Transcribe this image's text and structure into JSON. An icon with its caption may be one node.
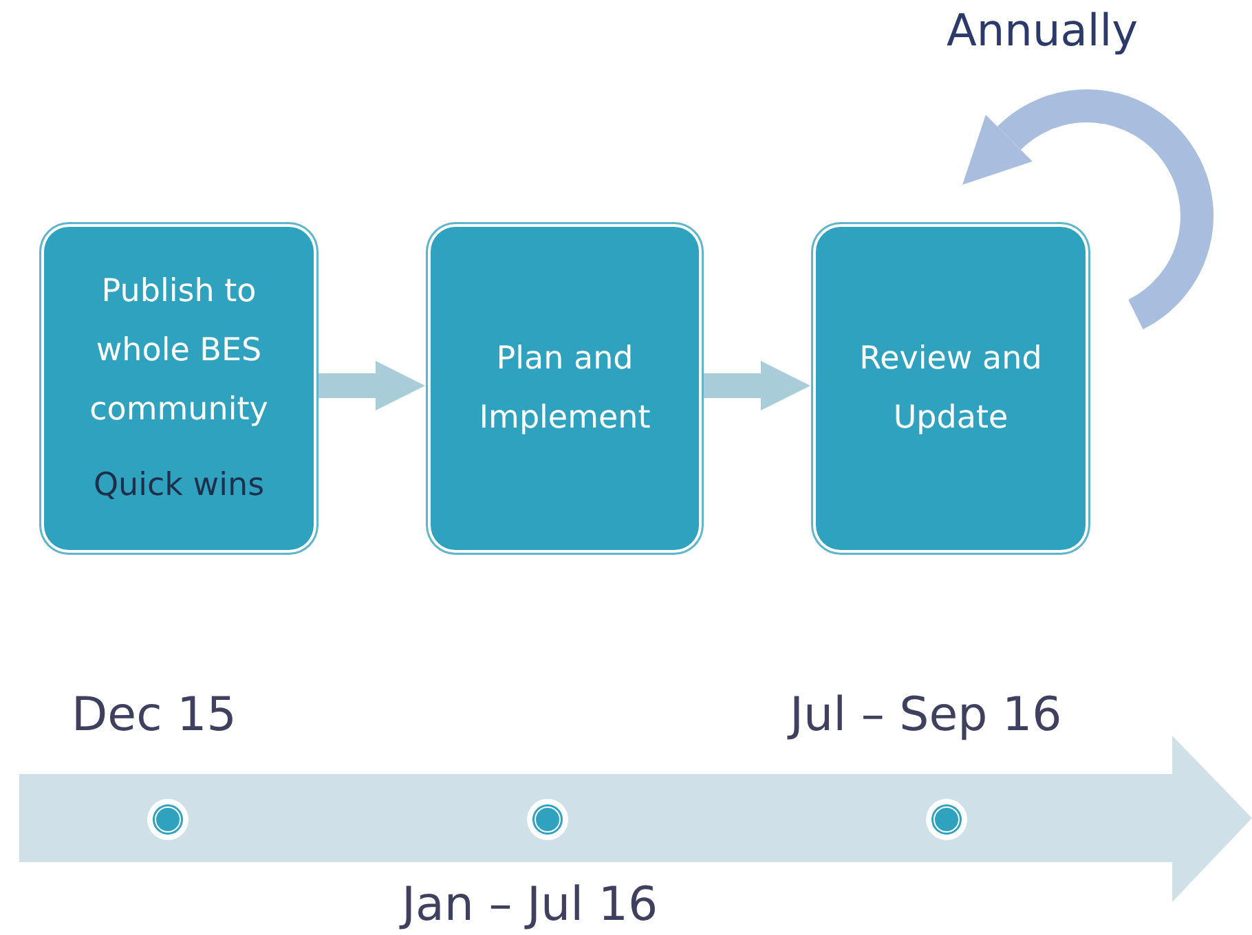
{
  "diagram": {
    "nodes": [
      {
        "text": [
          "Publish to whole BES community",
          "Quick wins"
        ]
      },
      {
        "text": [
          "Plan and Implement"
        ]
      },
      {
        "text": [
          "Review and Update"
        ]
      }
    ],
    "edges": [
      {
        "from": 0,
        "to": 1,
        "arrow": "to"
      },
      {
        "from": 1,
        "to": 2,
        "arrow": "to"
      },
      {
        "from": null,
        "to": 2,
        "arrow": "to",
        "label": "Annually",
        "color": "#a9bedf"
      }
    ],
    "labels": [
      "Dec 15",
      "Jul – Sep 16",
      "Jan – Jul 16"
    ]
  }
}
